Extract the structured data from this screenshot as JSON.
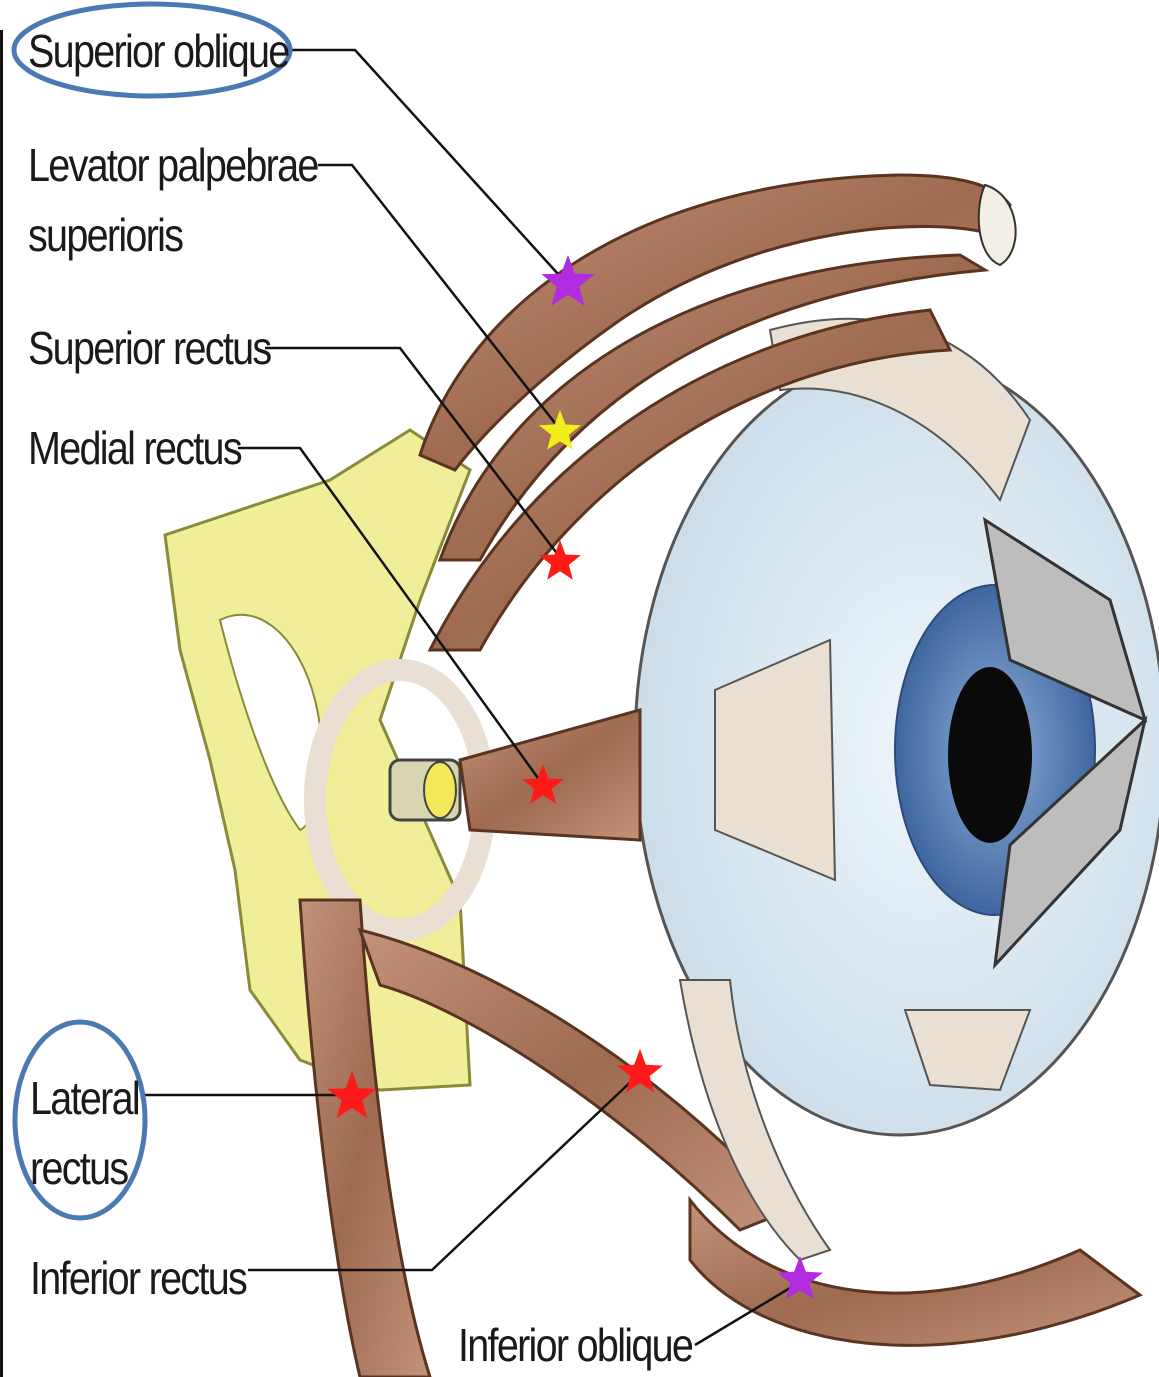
{
  "labels": {
    "superior_oblique": "Superior oblique",
    "levator_line1": "Levator palpebrae",
    "levator_line2": "superioris",
    "superior_rectus": "Superior rectus",
    "medial_rectus": "Medial rectus",
    "lateral_line1": "Lateral",
    "lateral_line2": "rectus",
    "inferior_rectus": "Inferior rectus",
    "inferior_oblique": "Inferior oblique"
  },
  "colors": {
    "muscle": "#a9765a",
    "muscle_dark": "#6b3f2a",
    "tendon": "#e9dfd3",
    "eyeball": "#dfeef6",
    "iris": "#5f86b8",
    "bone_yellow": "#f1ee9a",
    "circle_highlight": "#4a79b4",
    "star_red": "#ff1a1a",
    "star_purple": "#b12be0",
    "star_yellow": "#f4ef1a"
  }
}
